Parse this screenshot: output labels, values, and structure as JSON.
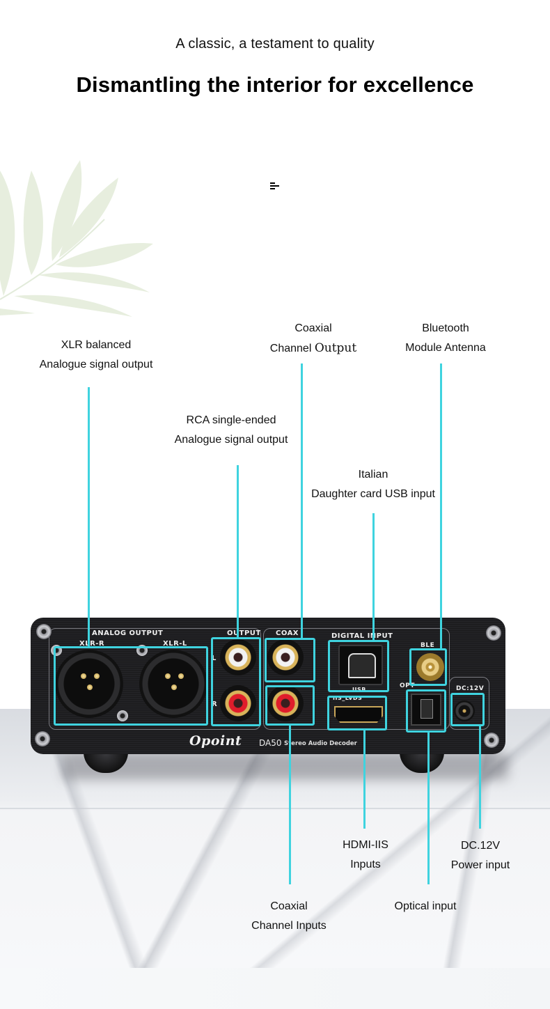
{
  "header": {
    "subtitle": "A classic, a testament to quality",
    "title": "Dismantling the interior for excellence"
  },
  "menu_icon": "menu-lines-icon",
  "accent_color": "#3fd3df",
  "device": {
    "brand": "Opoint",
    "model": "DA50",
    "model_description": "Stereo Audio Decoder",
    "panel_labels": {
      "analog_output": "ANALOG OUTPUT",
      "xlr_r": "XLR-R",
      "xlr_l": "XLR-L",
      "output": "OUTPUT",
      "output_l": "L",
      "output_r": "R",
      "coax": "COAX",
      "digital_input": "DIGITAL INPUT",
      "usb": "USB",
      "iis_lvds": "IIS_LVDS",
      "ble": "BLE",
      "opt": "OPT",
      "dc12v": "DC:12V"
    }
  },
  "callouts": {
    "xlr": {
      "line1": "XLR balanced",
      "line2": "Analogue signal output"
    },
    "coax_out": {
      "line1": "Coaxial",
      "line2a": "Channel ",
      "line2b": "Output"
    },
    "bluetooth": {
      "line1": "Bluetooth",
      "line2": "Module Antenna"
    },
    "rca": {
      "line1": "RCA single-ended",
      "line2": "Analogue signal output"
    },
    "usb": {
      "line1": "Italian",
      "line2": "Daughter card USB input"
    },
    "hdmi": {
      "line1": "HDMI-IIS",
      "line2": "Inputs"
    },
    "dc": {
      "line1": "DC.12V",
      "line2": "Power input"
    },
    "coax_in": {
      "line1": "Coaxial",
      "line2": "Channel Inputs"
    },
    "optical": {
      "line1": "Optical input"
    }
  }
}
